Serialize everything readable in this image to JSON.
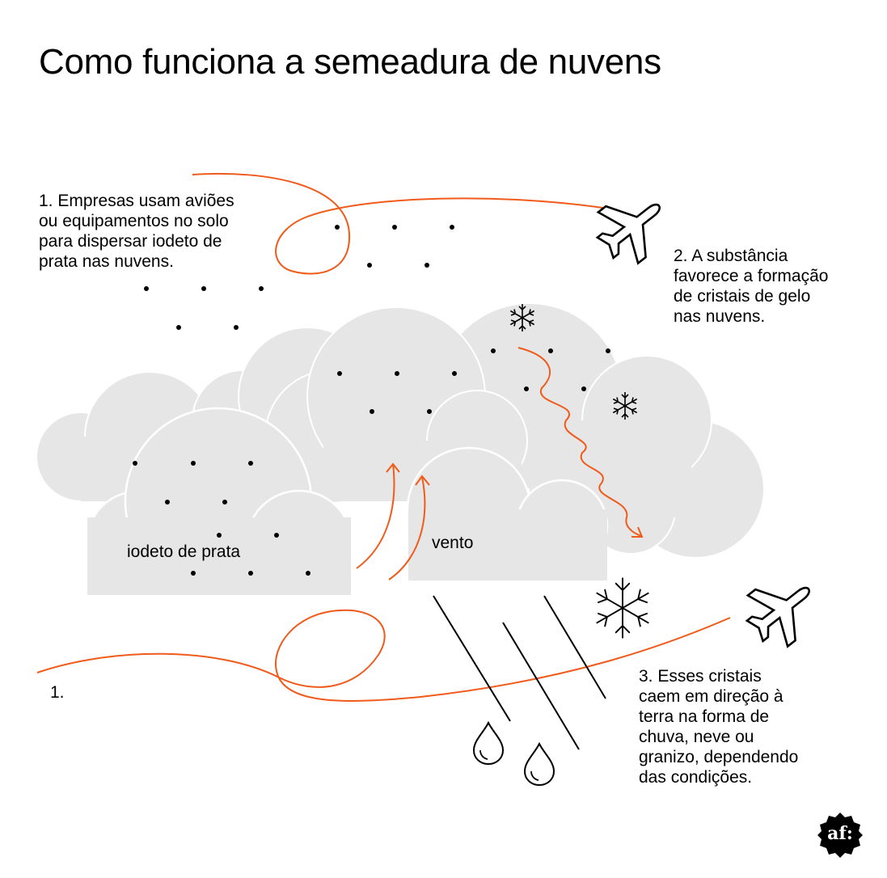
{
  "title": "Como funciona a semeadura de nuvens",
  "steps": {
    "step1": [
      "1. Empresas usam aviões",
      "ou equipamentos no solo",
      "para dispersar iodeto de",
      "prata nas nuvens."
    ],
    "step2": [
      "2. A substância",
      "favorece a formação",
      "de cristais de gelo",
      "nas nuvens."
    ],
    "step3": [
      "3. Esses cristais",
      "caem em direção à",
      "terra na forma de",
      "chuva, neve ou",
      "granizo, dependendo",
      "das condições."
    ]
  },
  "labels": {
    "silver_iodide": "iodeto de prata",
    "wind": "vento",
    "ground_marker": "1."
  },
  "logo": {
    "text": "af:"
  },
  "colors": {
    "accent": "#F05A1A",
    "cloud": "#E6E6E6",
    "ink": "#000000",
    "background": "#FFFFFF"
  },
  "icons": [
    "airplane-icon",
    "snowflake-icon",
    "raindrop-icon"
  ]
}
